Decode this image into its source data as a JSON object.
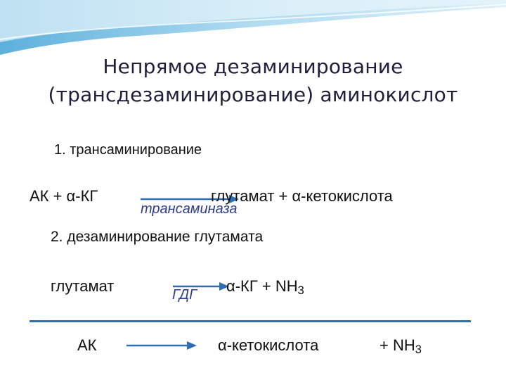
{
  "title": {
    "line1": "Непрямое дезаминирование",
    "line2": "(трансдезаминирование) аминокислот"
  },
  "step1": {
    "heading": "1. трансаминирование",
    "substrate": "АК  +  α-КГ",
    "enzyme": "трансаминаза",
    "product": "глутамат + α-кетокислота"
  },
  "step2": {
    "heading": "2. дезаминирование глутамата",
    "substrate": "глутамат",
    "enzyme": "ГДГ",
    "product": "α-КГ  +  NH",
    "product_sub": "3"
  },
  "summary": {
    "substrate": "АК",
    "product": "α-кетокислота",
    "plus": "+  NH",
    "plus_sub": "3"
  },
  "colors": {
    "arrow": "#2d6fb0",
    "enzyme_text": "#2c3e8c",
    "header_wave": "#7ec3e6"
  }
}
